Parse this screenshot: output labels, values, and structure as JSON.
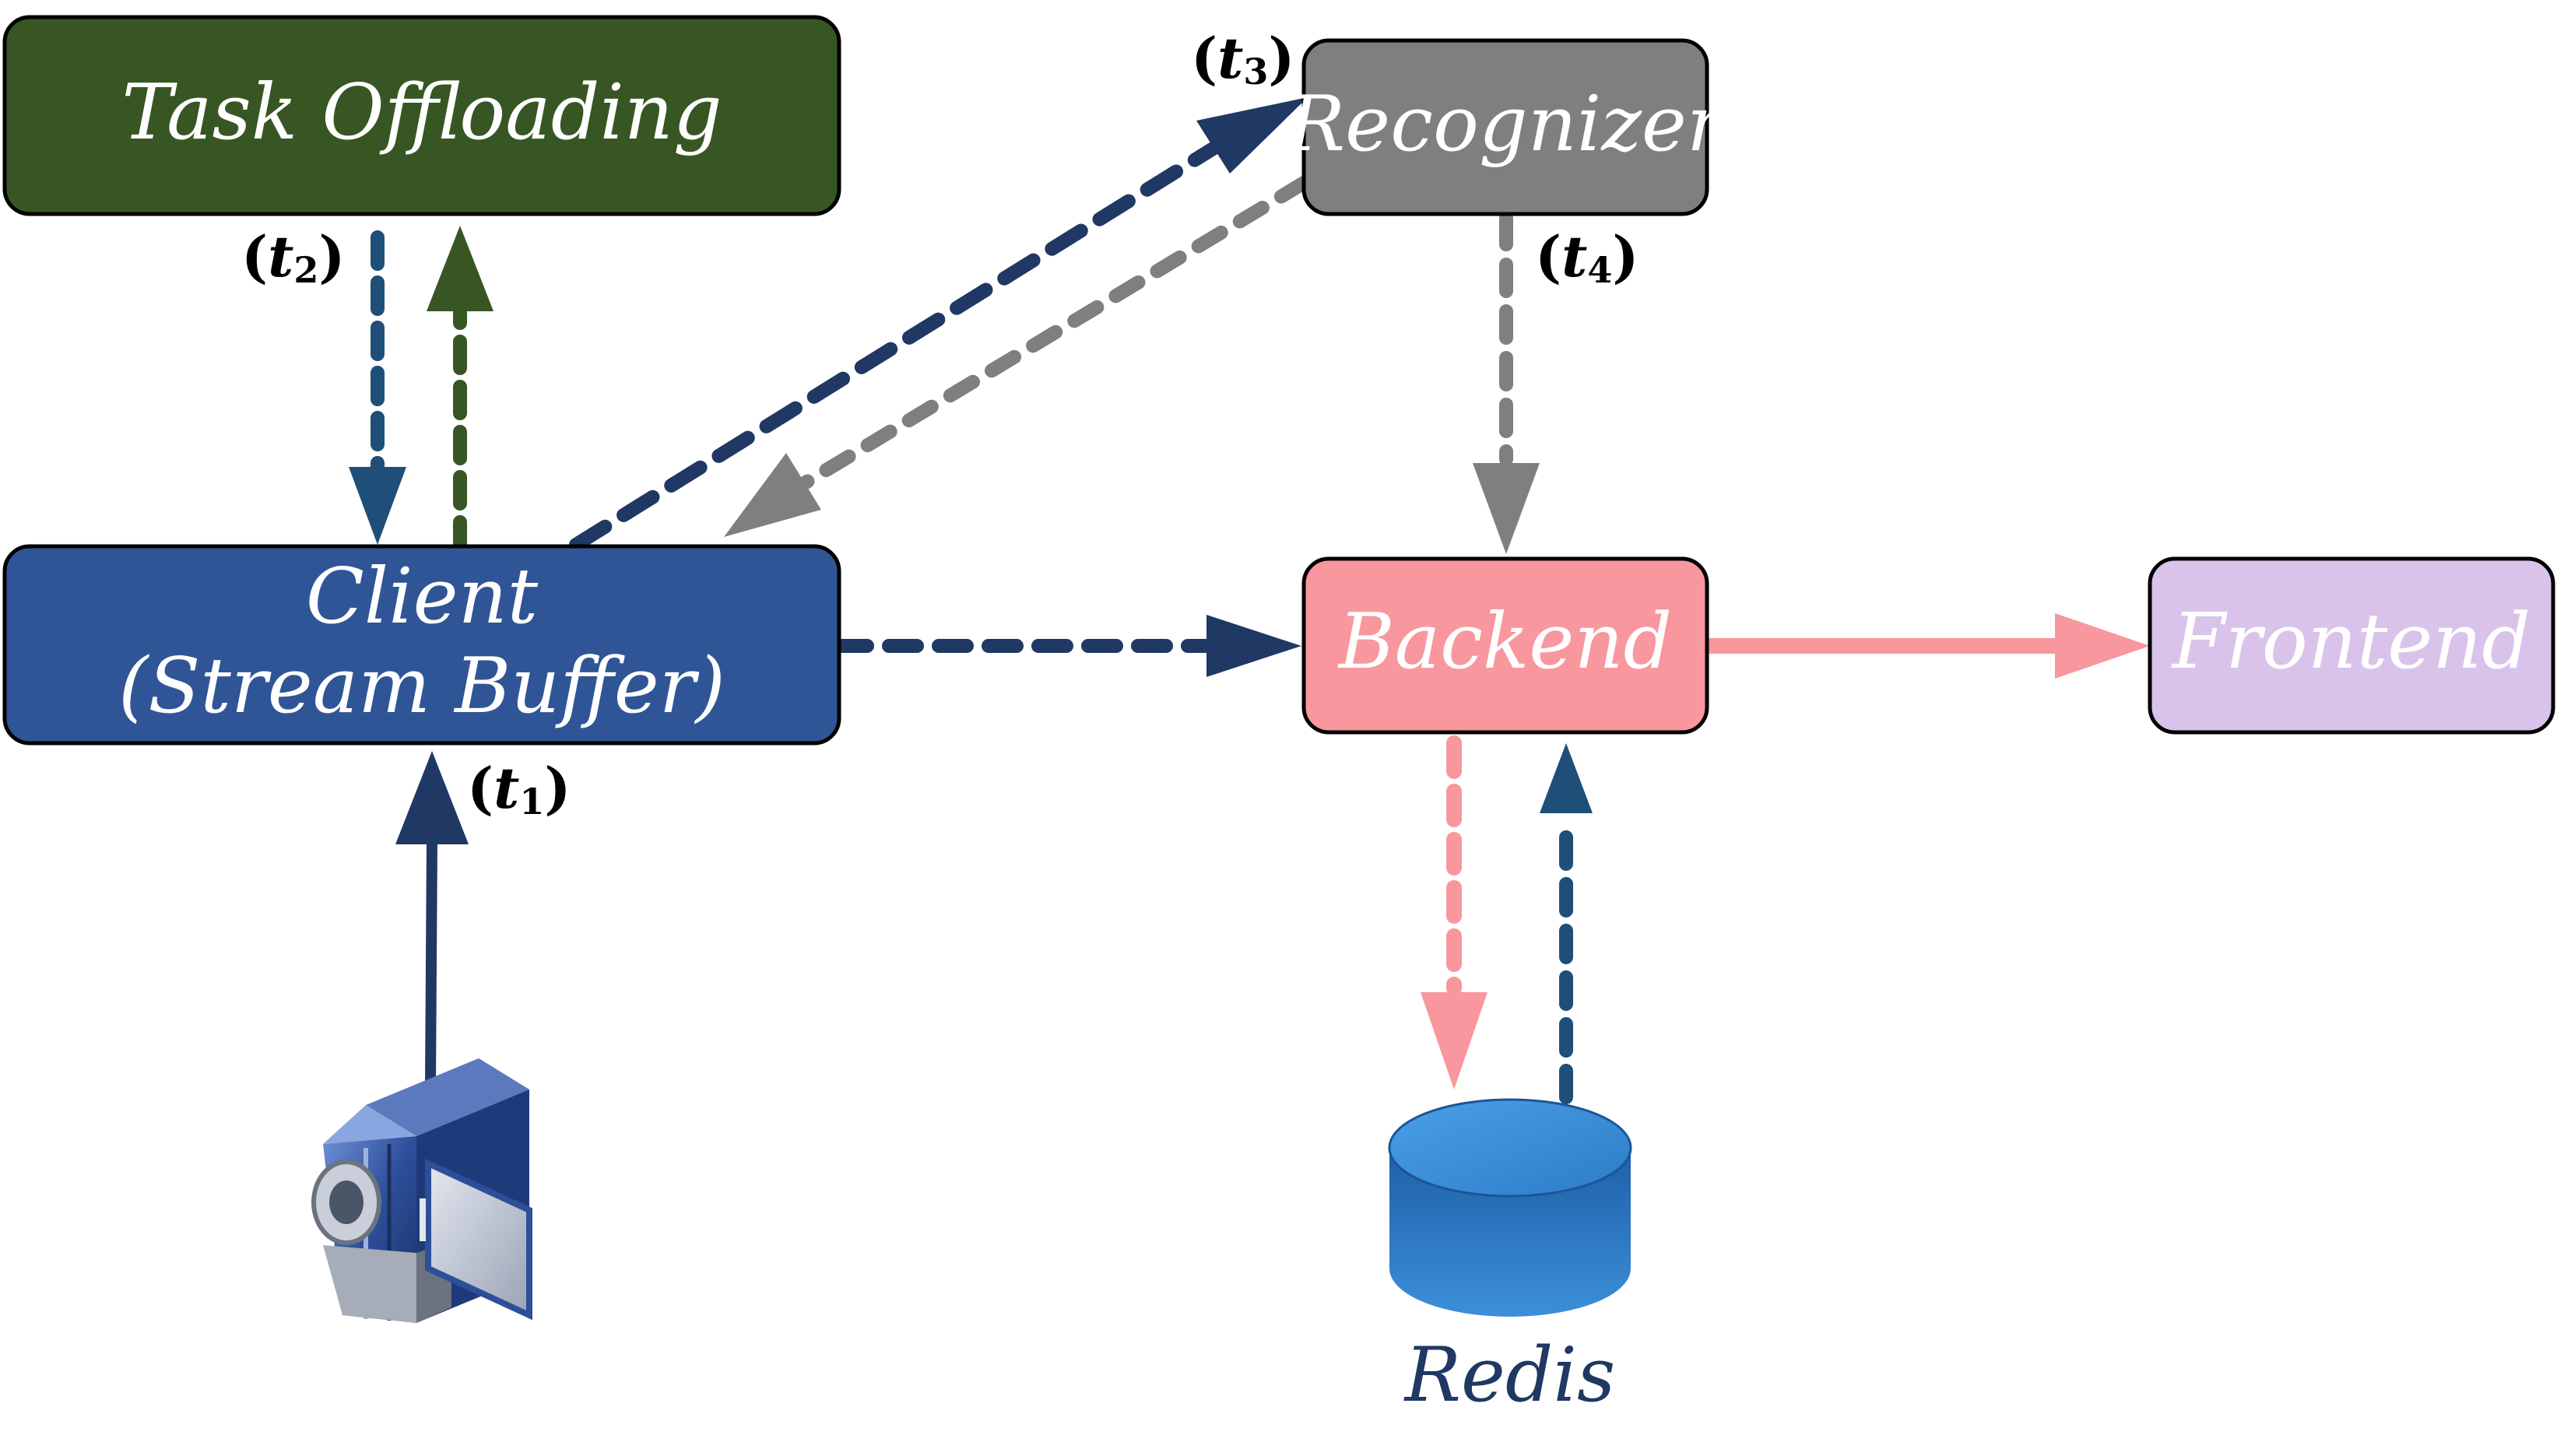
{
  "nodes": {
    "task_offloading": {
      "label": "Task Offloading",
      "color": "#375623"
    },
    "recognizer": {
      "label": "Recognizer",
      "color": "#7f7f7f"
    },
    "client": {
      "label_line1": "Client",
      "label_line2": "(Stream Buffer)",
      "color": "#2f5597"
    },
    "backend": {
      "label": "Backend",
      "color": "#f8979e"
    },
    "frontend": {
      "label": "Frontend",
      "color": "#d9c3eb"
    },
    "redis": {
      "label": "Redis",
      "color": "#2e7fcb"
    }
  },
  "time_labels": {
    "t1": {
      "open": "(",
      "t": "t",
      "sub": "1",
      "close": ")"
    },
    "t2": {
      "open": "(",
      "t": "t",
      "sub": "2",
      "close": ")"
    },
    "t3": {
      "open": "(",
      "t": "t",
      "sub": "3",
      "close": ")"
    },
    "t4": {
      "open": "(",
      "t": "t",
      "sub": "4",
      "close": ")"
    }
  },
  "icons": {
    "camera": "video-camera-icon",
    "database": "database-icon"
  },
  "edge_colors": {
    "navy": "#203864",
    "steel": "#1f4e79",
    "green": "#375623",
    "gray": "#7f7f7f",
    "pink": "#f8979e"
  }
}
